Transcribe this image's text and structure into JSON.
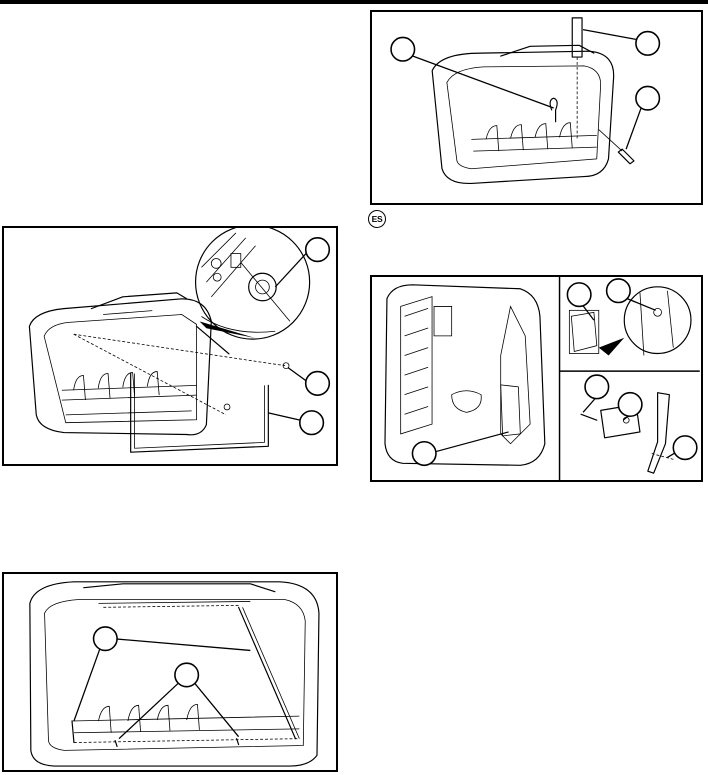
{
  "language_badge": "ES",
  "colors": {
    "line": "#000000",
    "paper": "#ffffff",
    "shade": "#d9d9d9"
  },
  "figures": [
    {
      "id": "fig-a",
      "description_icons": [
        "bag-frame-icon",
        "zoom-detail-icon",
        "callout-circle-icon"
      ]
    },
    {
      "id": "fig-b",
      "description_icons": [
        "bag-frame-icon",
        "callout-circle-icon"
      ]
    },
    {
      "id": "fig-c",
      "description_icons": [
        "bag-pin-icon",
        "callout-circle-icon"
      ]
    },
    {
      "id": "fig-d",
      "description_icons": [
        "bag-latch-icon",
        "callout-circle-icon"
      ]
    }
  ]
}
